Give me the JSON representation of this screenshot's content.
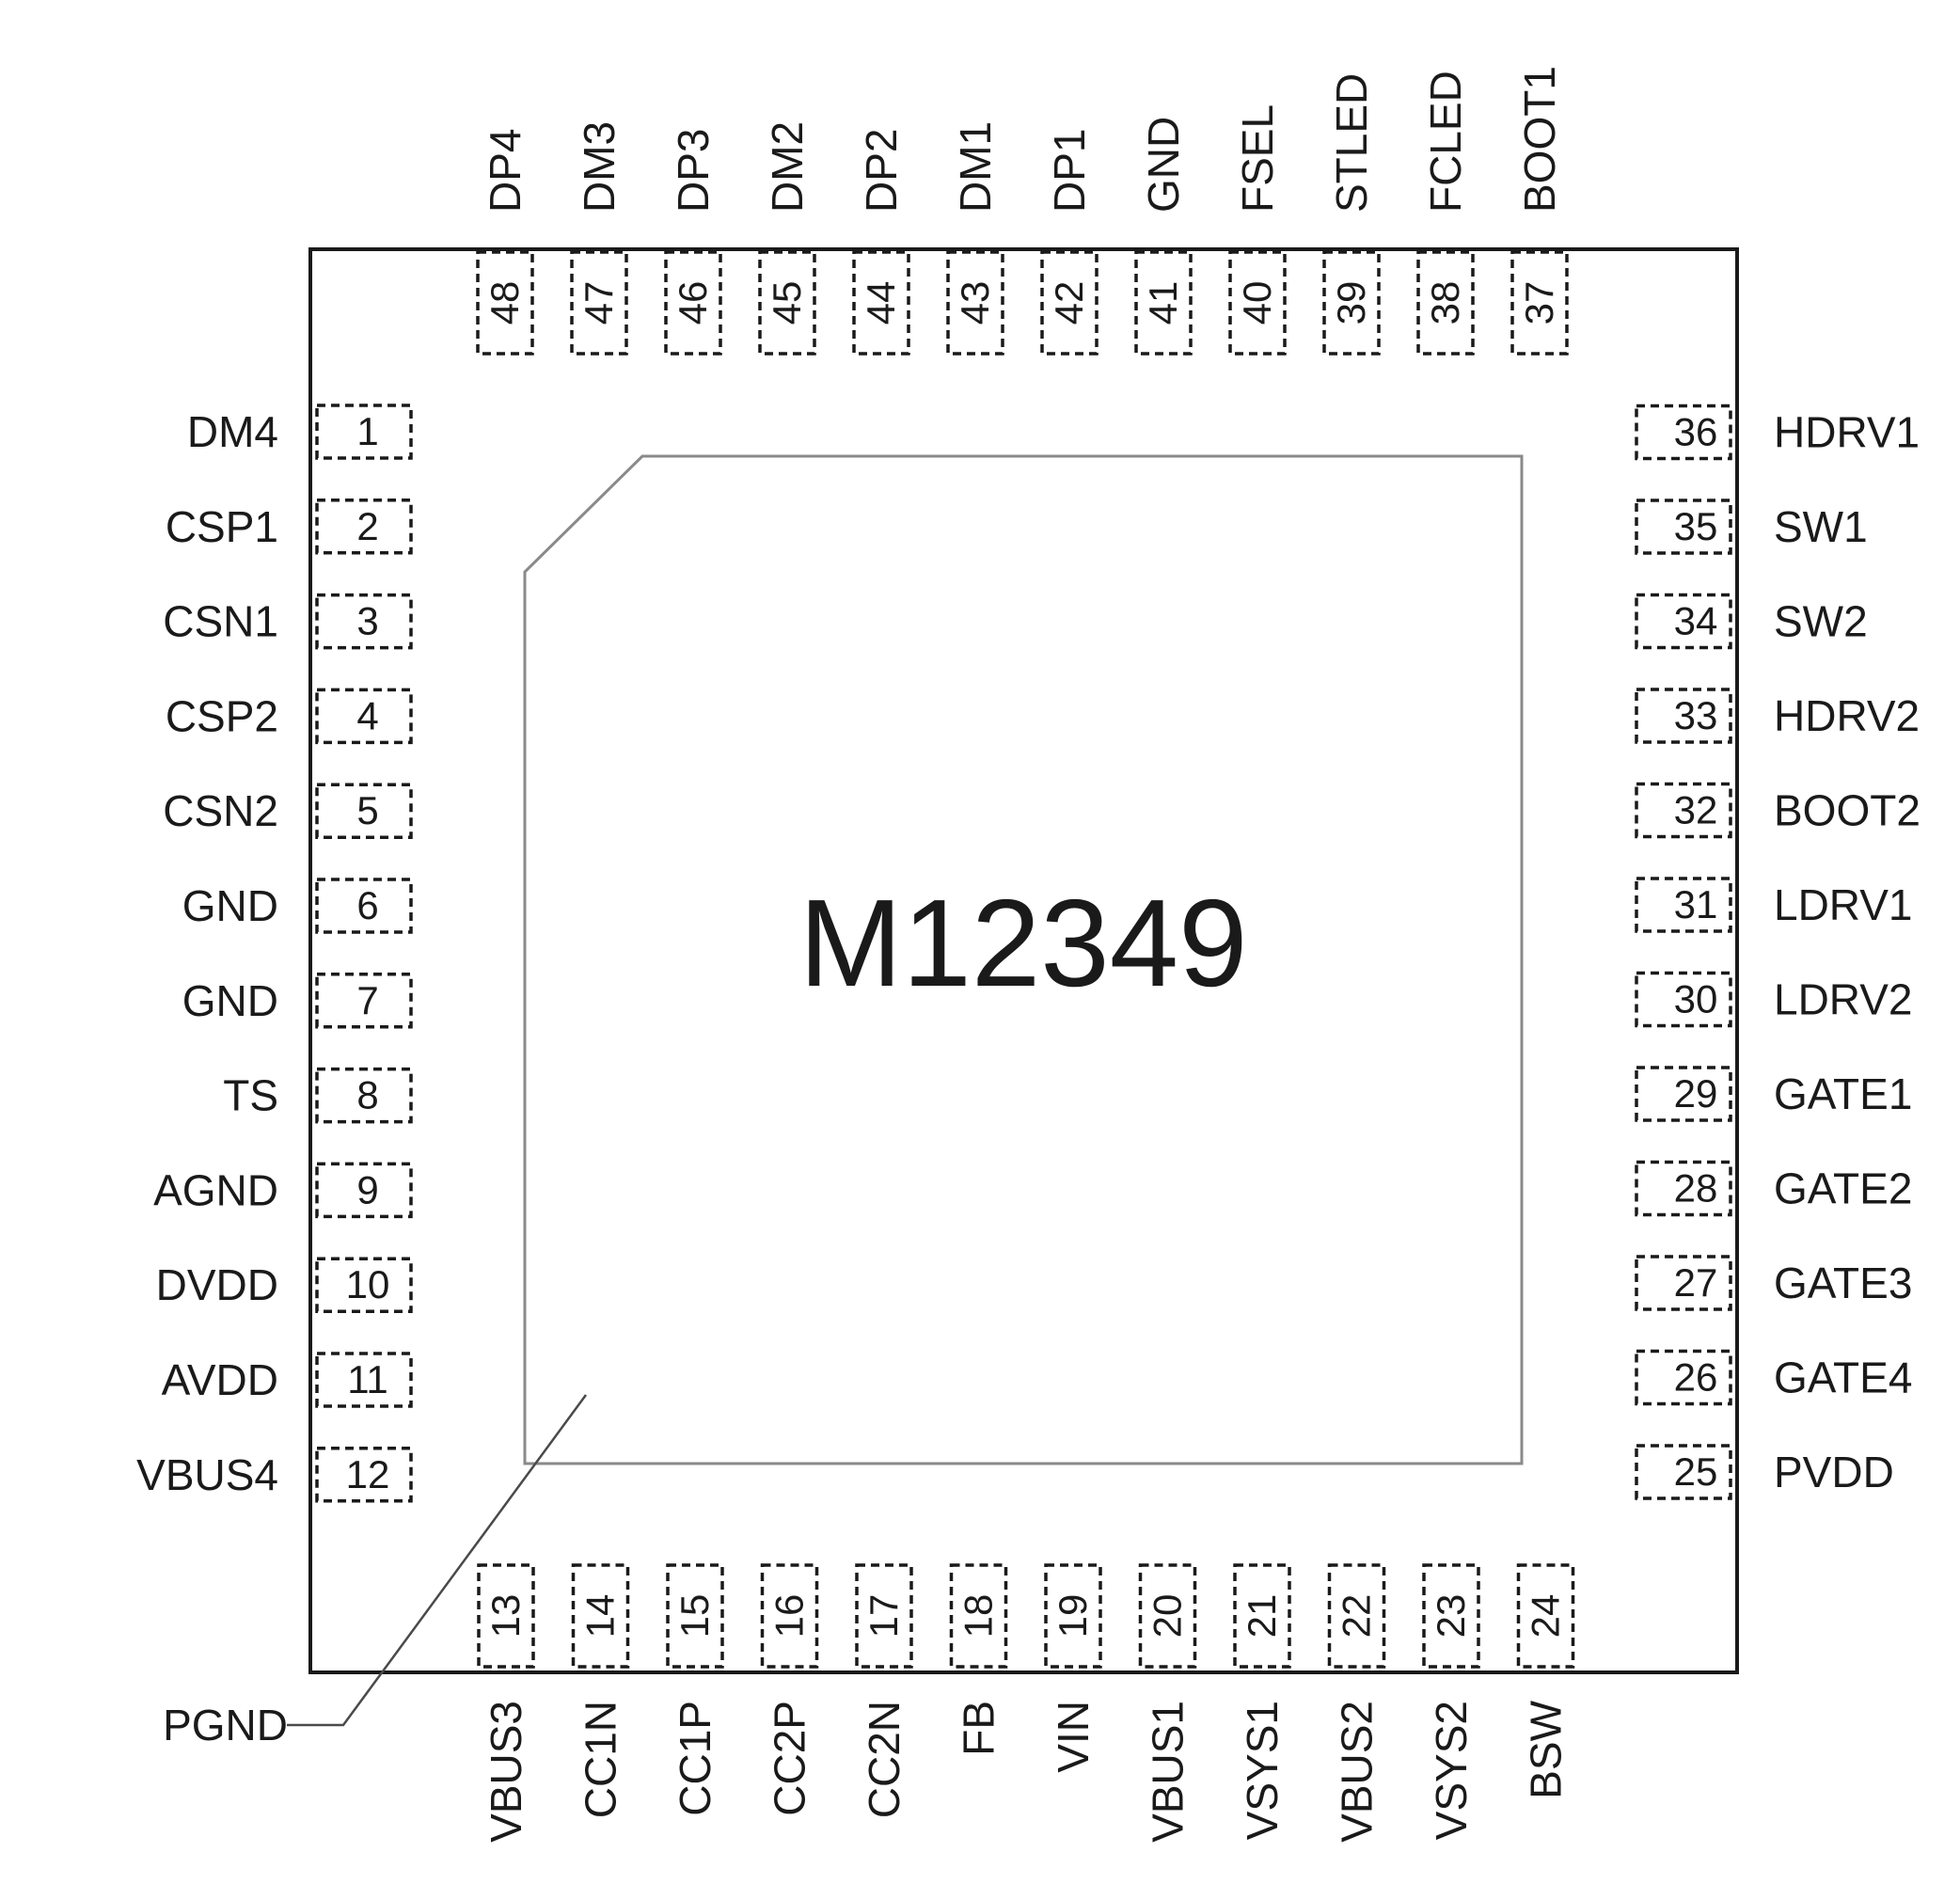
{
  "chip": {
    "part_number": "M12349",
    "exposed_pad_label": "PGND"
  },
  "pins": {
    "left": [
      {
        "num": "1",
        "name": "DM4"
      },
      {
        "num": "2",
        "name": "CSP1"
      },
      {
        "num": "3",
        "name": "CSN1"
      },
      {
        "num": "4",
        "name": "CSP2"
      },
      {
        "num": "5",
        "name": "CSN2"
      },
      {
        "num": "6",
        "name": "GND"
      },
      {
        "num": "7",
        "name": "GND"
      },
      {
        "num": "8",
        "name": "TS"
      },
      {
        "num": "9",
        "name": "AGND"
      },
      {
        "num": "10",
        "name": "DVDD"
      },
      {
        "num": "11",
        "name": "AVDD"
      },
      {
        "num": "12",
        "name": "VBUS4"
      }
    ],
    "bottom": [
      {
        "num": "13",
        "name": "VBUS3"
      },
      {
        "num": "14",
        "name": "CC1N"
      },
      {
        "num": "15",
        "name": "CC1P"
      },
      {
        "num": "16",
        "name": "CC2P"
      },
      {
        "num": "17",
        "name": "CC2N"
      },
      {
        "num": "18",
        "name": "FB"
      },
      {
        "num": "19",
        "name": "VIN"
      },
      {
        "num": "20",
        "name": "VBUS1"
      },
      {
        "num": "21",
        "name": "VSYS1"
      },
      {
        "num": "22",
        "name": "VBUS2"
      },
      {
        "num": "23",
        "name": "VSYS2"
      },
      {
        "num": "24",
        "name": "BSW"
      }
    ],
    "right": [
      {
        "num": "25",
        "name": "PVDD"
      },
      {
        "num": "26",
        "name": "GATE4"
      },
      {
        "num": "27",
        "name": "GATE3"
      },
      {
        "num": "28",
        "name": "GATE2"
      },
      {
        "num": "29",
        "name": "GATE1"
      },
      {
        "num": "30",
        "name": "LDRV2"
      },
      {
        "num": "31",
        "name": "LDRV1"
      },
      {
        "num": "32",
        "name": "BOOT2"
      },
      {
        "num": "33",
        "name": "HDRV2"
      },
      {
        "num": "34",
        "name": "SW2"
      },
      {
        "num": "35",
        "name": "SW1"
      },
      {
        "num": "36",
        "name": "HDRV1"
      }
    ],
    "top": [
      {
        "num": "37",
        "name": "BOOT1"
      },
      {
        "num": "38",
        "name": "FCLED"
      },
      {
        "num": "39",
        "name": "STLED"
      },
      {
        "num": "40",
        "name": "FSEL"
      },
      {
        "num": "41",
        "name": "GND"
      },
      {
        "num": "42",
        "name": "DP1"
      },
      {
        "num": "43",
        "name": "DM1"
      },
      {
        "num": "44",
        "name": "DP2"
      },
      {
        "num": "45",
        "name": "DM2"
      },
      {
        "num": "46",
        "name": "DP3"
      },
      {
        "num": "47",
        "name": "DM3"
      },
      {
        "num": "48",
        "name": "DP4"
      }
    ]
  }
}
